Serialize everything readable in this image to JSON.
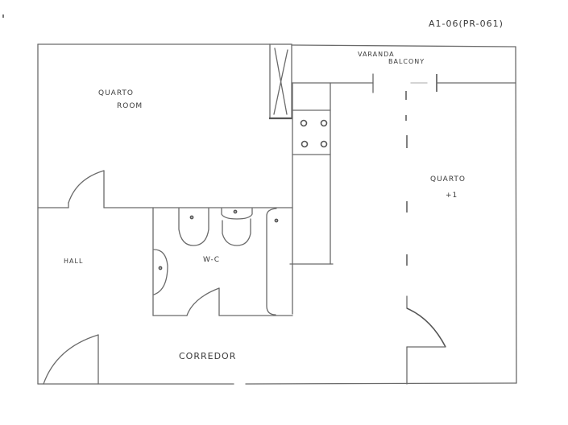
{
  "sheet": {
    "reference": "A1-06(PR-061)"
  },
  "rooms": {
    "room": {
      "line1": "QUARTO",
      "line2": "ROOM"
    },
    "balcony": {
      "line1": "VARANDA",
      "line2": "BALCONY"
    },
    "bedroom_plus": {
      "line1": "QUARTO",
      "line2": "+1"
    },
    "hall": {
      "label": "HALL"
    },
    "wc": {
      "label": "W-C"
    },
    "corridor": {
      "label": "CORREDOR"
    }
  },
  "fixtures": {
    "wardrobe": "wardrobe-cross-icon",
    "cooktop_burners": 4,
    "wc_fixtures": [
      "bidet",
      "toilet",
      "washbasin",
      "bathtub"
    ]
  },
  "colors": {
    "ink": "#555555",
    "paper": "#ffffff"
  }
}
